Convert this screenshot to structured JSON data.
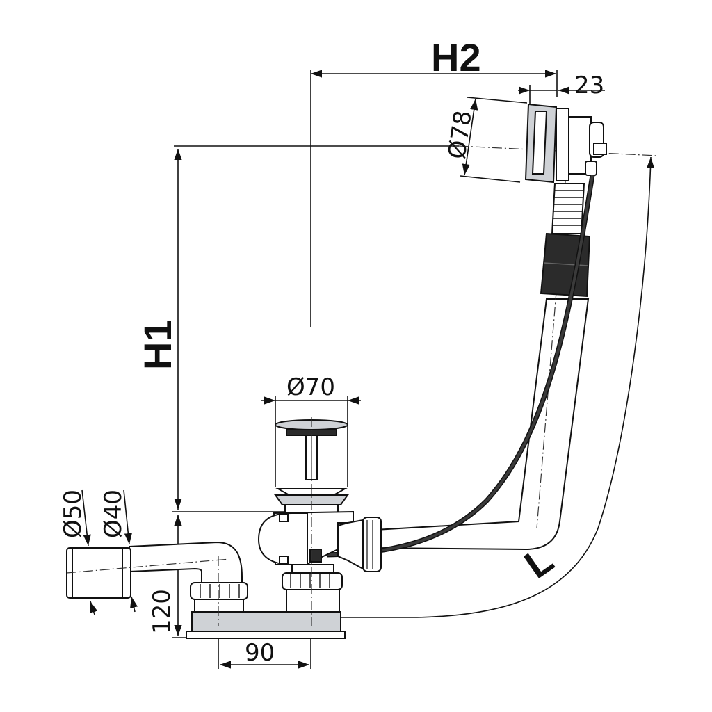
{
  "labels": {
    "h1": "H1",
    "h2": "H2",
    "l": "L",
    "d78": "Ø78",
    "d70": "Ø70",
    "d50": "Ø50",
    "d40": "Ø40",
    "dim23": "23",
    "dim120": "120",
    "dim90": "90"
  }
}
